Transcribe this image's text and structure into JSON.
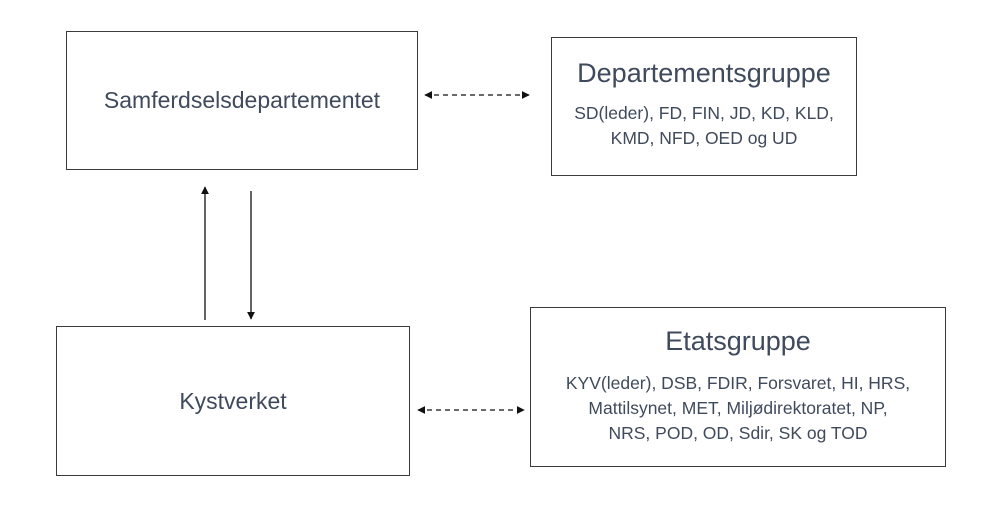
{
  "nodes": {
    "samferdsel": {
      "label": "Samferdselsdepartementet"
    },
    "kystverket": {
      "label": "Kystverket"
    },
    "departementsgruppe": {
      "title": "Departementsgruppe",
      "members": "SD(leder), FD, FIN, JD, KD, KLD,\nKMD, NFD, OED og UD"
    },
    "etatsgruppe": {
      "title": "Etatsgruppe",
      "members": "KYV(leder), DSB, FDIR, Forsvaret, HI, HRS,\nMattilsynet, MET, Miljødirektoratet, NP,\nNRS, POD, OD, Sdir, SK og TOD"
    }
  },
  "edges": [
    {
      "from": "samferdsel",
      "to": "departementsgruppe",
      "style": "dashed",
      "direction": "both"
    },
    {
      "from": "kystverket",
      "to": "samferdsel",
      "style": "solid",
      "direction": "forward"
    },
    {
      "from": "samferdsel",
      "to": "kystverket",
      "style": "solid",
      "direction": "forward"
    },
    {
      "from": "kystverket",
      "to": "etatsgruppe",
      "style": "dashed",
      "direction": "both"
    }
  ],
  "colors": {
    "text": "#3f4a5c",
    "border": "#3a3a3a",
    "arrow": "#111111"
  }
}
